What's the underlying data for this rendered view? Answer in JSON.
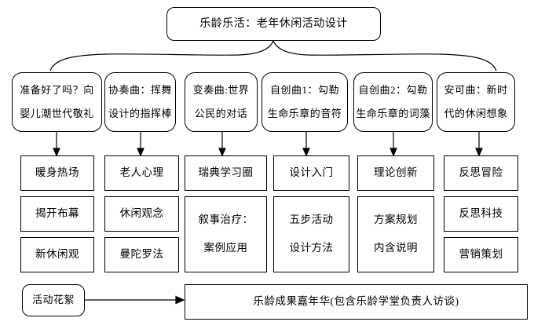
{
  "diagram": {
    "title": "乐龄乐活：老年休闲活动设计",
    "branches": [
      {
        "line1": "准备好了吗？向",
        "line2": "婴儿潮世代敬礼",
        "children": [
          {
            "lines": [
              "暖身热场"
            ]
          },
          {
            "lines": [
              "揭开布幕"
            ]
          },
          {
            "lines": [
              "新休闲观"
            ]
          }
        ]
      },
      {
        "line1": "协奏曲：挥舞",
        "line2": "设计的指挥棒",
        "children": [
          {
            "lines": [
              "老人心理"
            ]
          },
          {
            "lines": [
              "休闲观念"
            ]
          },
          {
            "lines": [
              "曼陀罗法"
            ]
          }
        ]
      },
      {
        "line1": "变奏曲:世界",
        "line2": "公民的对话",
        "children": [
          {
            "lines": [
              "瑞典学习圈"
            ]
          },
          {
            "lines": [
              "叙事治疗：",
              "案例应用"
            ]
          }
        ]
      },
      {
        "line1": "自创曲1：勾勒",
        "line2": "生命乐章的音符",
        "children": [
          {
            "lines": [
              "设计入门"
            ]
          },
          {
            "lines": [
              "五步活动",
              "设计方法"
            ]
          }
        ]
      },
      {
        "line1": "自创曲2：勾勒",
        "line2": "生命乐章的词藻",
        "children": [
          {
            "lines": [
              "理论创新"
            ]
          },
          {
            "lines": [
              "方案规划",
              "内含说明"
            ]
          }
        ]
      },
      {
        "line1": "安可曲：新时",
        "line2": "代的休闲想象",
        "children": [
          {
            "lines": [
              "反思冒险"
            ]
          },
          {
            "lines": [
              "反思科技"
            ]
          },
          {
            "lines": [
              "营销策划"
            ]
          }
        ]
      }
    ],
    "footer": {
      "source": "活动花絮",
      "target": "乐龄成果嘉年华(包含乐龄学堂负责人访谈)"
    },
    "colors": {
      "stroke": "#000000",
      "background": "#ffffff"
    }
  }
}
